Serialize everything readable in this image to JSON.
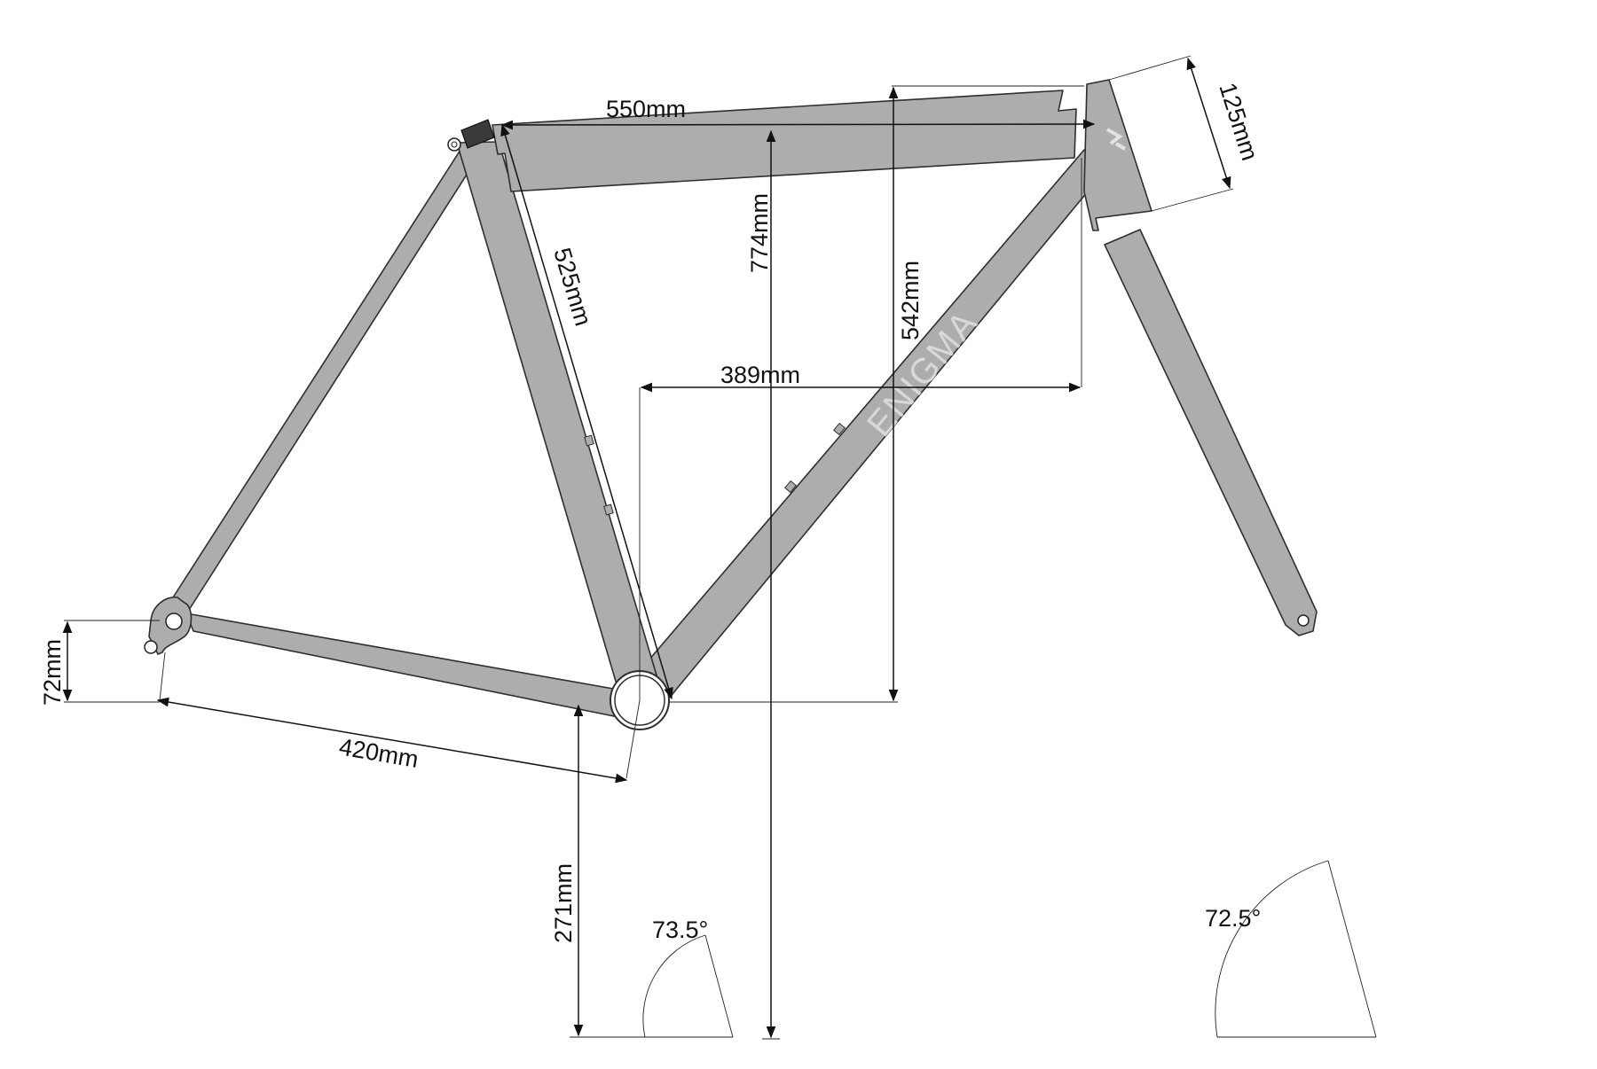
{
  "frame": {
    "brand_text": "ENIGMA",
    "head_badge_icon": "enigma-logo-icon",
    "colors": {
      "tube_fill": "#adadad",
      "outline": "#2e2e2e",
      "dimension": "#111111",
      "brand_text": "#d8d8d8"
    }
  },
  "dimensions": {
    "top_tube": "550mm",
    "stack": "774mm",
    "head_height": "542mm",
    "seat_tube": "525mm",
    "reach": "389mm",
    "head_tube": "125mm",
    "chainstay": "420mm",
    "bb_drop": "72mm",
    "bb_height": "271mm"
  },
  "angles": {
    "seat_angle": "73.5°",
    "head_angle": "72.5°"
  }
}
